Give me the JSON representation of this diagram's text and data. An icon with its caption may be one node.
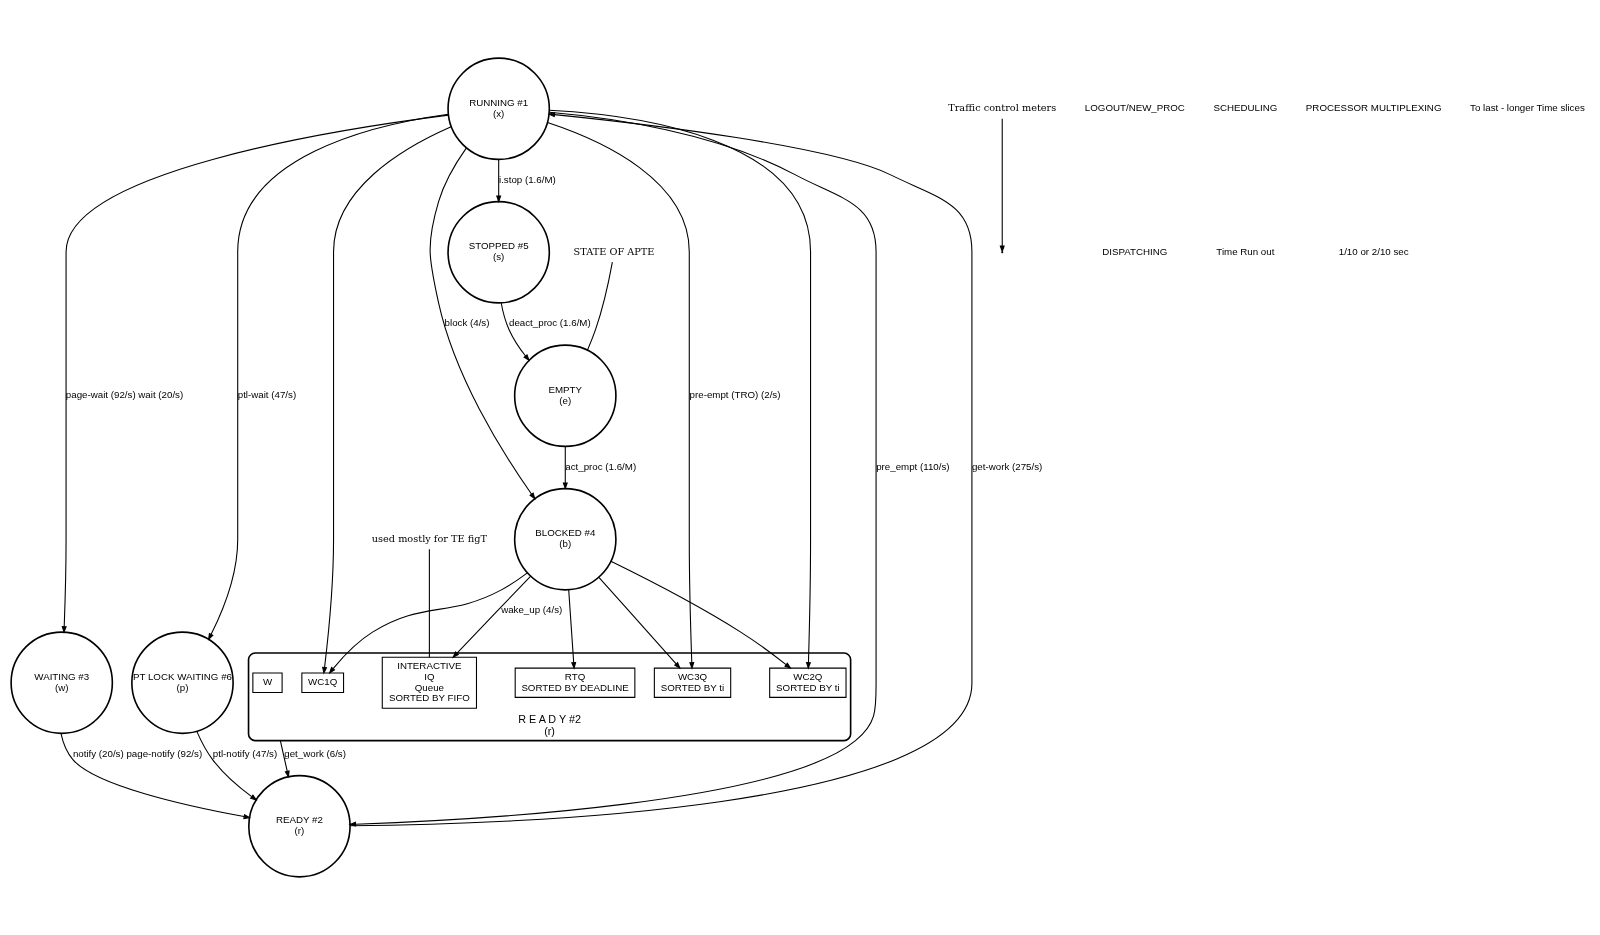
{
  "diagram": {
    "nodes": [
      {
        "text": [
          "RUNNING #1",
          "(x)"
        ]
      },
      {
        "text": [
          "STOPPED #5",
          "(s)"
        ]
      },
      {
        "text": [
          "EMPTY",
          "(e)"
        ]
      },
      {
        "text": [
          "WAITING #3",
          "(w)"
        ]
      },
      {
        "text": [
          "BLOCKED #4",
          "(b)"
        ]
      },
      {
        "text": [
          "PT LOCK WAITING #6",
          "(p)"
        ]
      },
      {
        "text": [
          "READY #2",
          "(r)"
        ]
      },
      {
        "text": [
          "R E A D Y #2",
          "(r)"
        ]
      },
      {
        "text": [
          "W"
        ],
        "in": 7
      },
      {
        "text": [
          "WC3Q",
          "SORTED BY ti"
        ],
        "in": 7
      },
      {
        "text": [
          "WC2Q",
          "SORTED BY ti"
        ],
        "in": 7
      },
      {
        "text": [
          "WC1Q"
        ],
        "in": 7
      },
      {
        "text": [
          "INTERACTIVE",
          "IQ",
          "Queue",
          "SORTED BY FIFO"
        ],
        "in": 7
      },
      {
        "text": [
          "RTQ",
          "SORTED BY DEADLINE"
        ],
        "in": 7
      },
      {
        "text": [
          "Traffic control meters"
        ]
      },
      {
        "text": [
          "STATE OF APTE"
        ]
      },
      {
        "text": [
          "used mostly for TE figT"
        ]
      }
    ],
    "edges": [
      {
        "from": 0,
        "to": 1,
        "arrow": "to",
        "label": "i.stop (1.6/M)"
      },
      {
        "from": 1,
        "to": 2,
        "arrow": "to",
        "label": "deact_proc (1.6/M)"
      },
      {
        "from": 2,
        "to": 4,
        "arrow": "to",
        "label": "act_proc (1.6/M)"
      },
      {
        "from": 0,
        "to": 4,
        "arrow": "to",
        "label": "block (4/s)"
      },
      {
        "from": 0,
        "to": 3,
        "arrow": "to",
        "label": "page-wait (92/s) wait (20/s)"
      },
      {
        "from": 6,
        "to": 0,
        "arrow": "to",
        "label": "get-work (275/s)"
      },
      {
        "from": 0,
        "to": 6,
        "arrow": "to",
        "label": "pre_empt (110/s)"
      },
      {
        "from": 0,
        "to": 5,
        "arrow": "to",
        "label": "ptl-wait (47/s)"
      },
      {
        "from": 3,
        "to": 6,
        "arrow": "to",
        "label": "notify (20/s) page-notify (92/s)"
      },
      {
        "from": 5,
        "to": 6,
        "arrow": "to",
        "label": "ptl-notify (47/s)"
      },
      {
        "from": 0,
        "to": 9,
        "arrow": "to",
        "label": "pre-empt (TRO) (2/s)"
      },
      {
        "from": 0,
        "to": 10,
        "arrow": "to"
      },
      {
        "from": 0,
        "to": 11,
        "arrow": "to"
      },
      {
        "from": 4,
        "to": 9,
        "arrow": "to"
      },
      {
        "from": 4,
        "to": 10,
        "arrow": "to"
      },
      {
        "from": 4,
        "to": 11,
        "arrow": "to"
      },
      {
        "from": 4,
        "to": 12,
        "arrow": "to",
        "label": "wake_up (4/s)"
      },
      {
        "from": 4,
        "to": 13,
        "arrow": "to"
      },
      {
        "from": 7,
        "to": 6,
        "arrow": "to",
        "label": "get_work (6/s)"
      },
      {
        "from": 14,
        "to": null,
        "arrow": "to"
      },
      {
        "from": 15,
        "to": 2,
        "arrow": "none"
      },
      {
        "from": 16,
        "to": 12,
        "arrow": "none"
      }
    ],
    "labels": [
      "LOGOUT/NEW_PROC",
      "DISPATCHING",
      "SCHEDULING",
      "Time Run out",
      "PROCESSOR MULTIPLEXING",
      "1/10 or 2/10 sec",
      "To last - longer Time slices"
    ]
  }
}
